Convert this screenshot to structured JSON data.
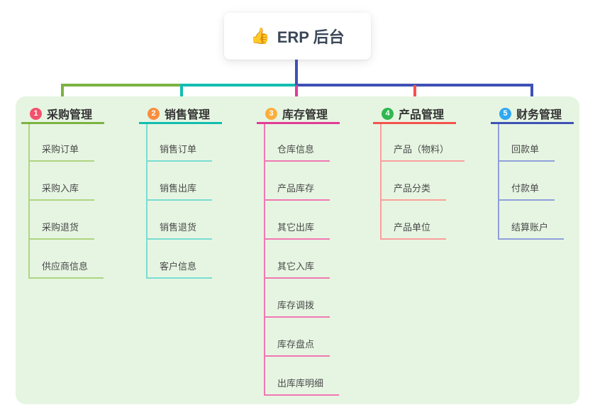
{
  "root": {
    "icon": "thumbs-up",
    "icon_glyph": "👍",
    "label": "ERP 后台"
  },
  "connector_color": "#3F51B5",
  "canvas_color": "#E6F5E2",
  "branches": [
    {
      "badge": "1",
      "title": "采购管理",
      "badge_color": "#F4516C",
      "line_color": "#7CB342",
      "sub_line_color": "#AED581",
      "items": [
        "采购订单",
        "采购入库",
        "采购退货",
        "供应商信息"
      ]
    },
    {
      "badge": "2",
      "title": "销售管理",
      "badge_color": "#F88F40",
      "line_color": "#12BDB0",
      "sub_line_color": "#7ADCD2",
      "items": [
        "销售订单",
        "销售出库",
        "销售退货",
        "客户信息"
      ]
    },
    {
      "badge": "3",
      "title": "库存管理",
      "badge_color": "#FBAE3C",
      "line_color": "#E03D96",
      "sub_line_color": "#F178B2",
      "items": [
        "仓库信息",
        "产品库存",
        "其它出库",
        "其它入库",
        "库存调拨",
        "库存盘点",
        "出库库明细"
      ]
    },
    {
      "badge": "4",
      "title": "产品管理",
      "badge_color": "#2FB84F",
      "line_color": "#F4534E",
      "sub_line_color": "#F9A09A",
      "items": [
        "产品（物料）",
        "产品分类",
        "产品单位"
      ]
    },
    {
      "badge": "5",
      "title": "财务管理",
      "badge_color": "#31A8F0",
      "line_color": "#3F51B5",
      "sub_line_color": "#8F9FD9",
      "items": [
        "回款单",
        "付款单",
        "结算账户"
      ]
    }
  ]
}
